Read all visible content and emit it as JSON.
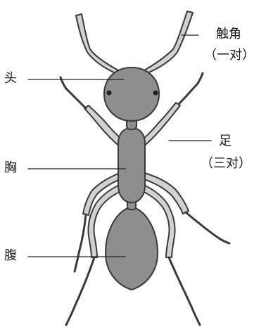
{
  "diagram": {
    "colors": {
      "body_fill": "#8e8e8e",
      "leg_fill": "#d2d2d2",
      "outline": "#3a3a3a",
      "leader": "#222222"
    },
    "labels": {
      "head": "头",
      "thorax": "胸",
      "abdomen": "腹",
      "antennae": "触角",
      "antennae_note": "（一对）",
      "legs": "足",
      "legs_note": "（三对）"
    }
  }
}
